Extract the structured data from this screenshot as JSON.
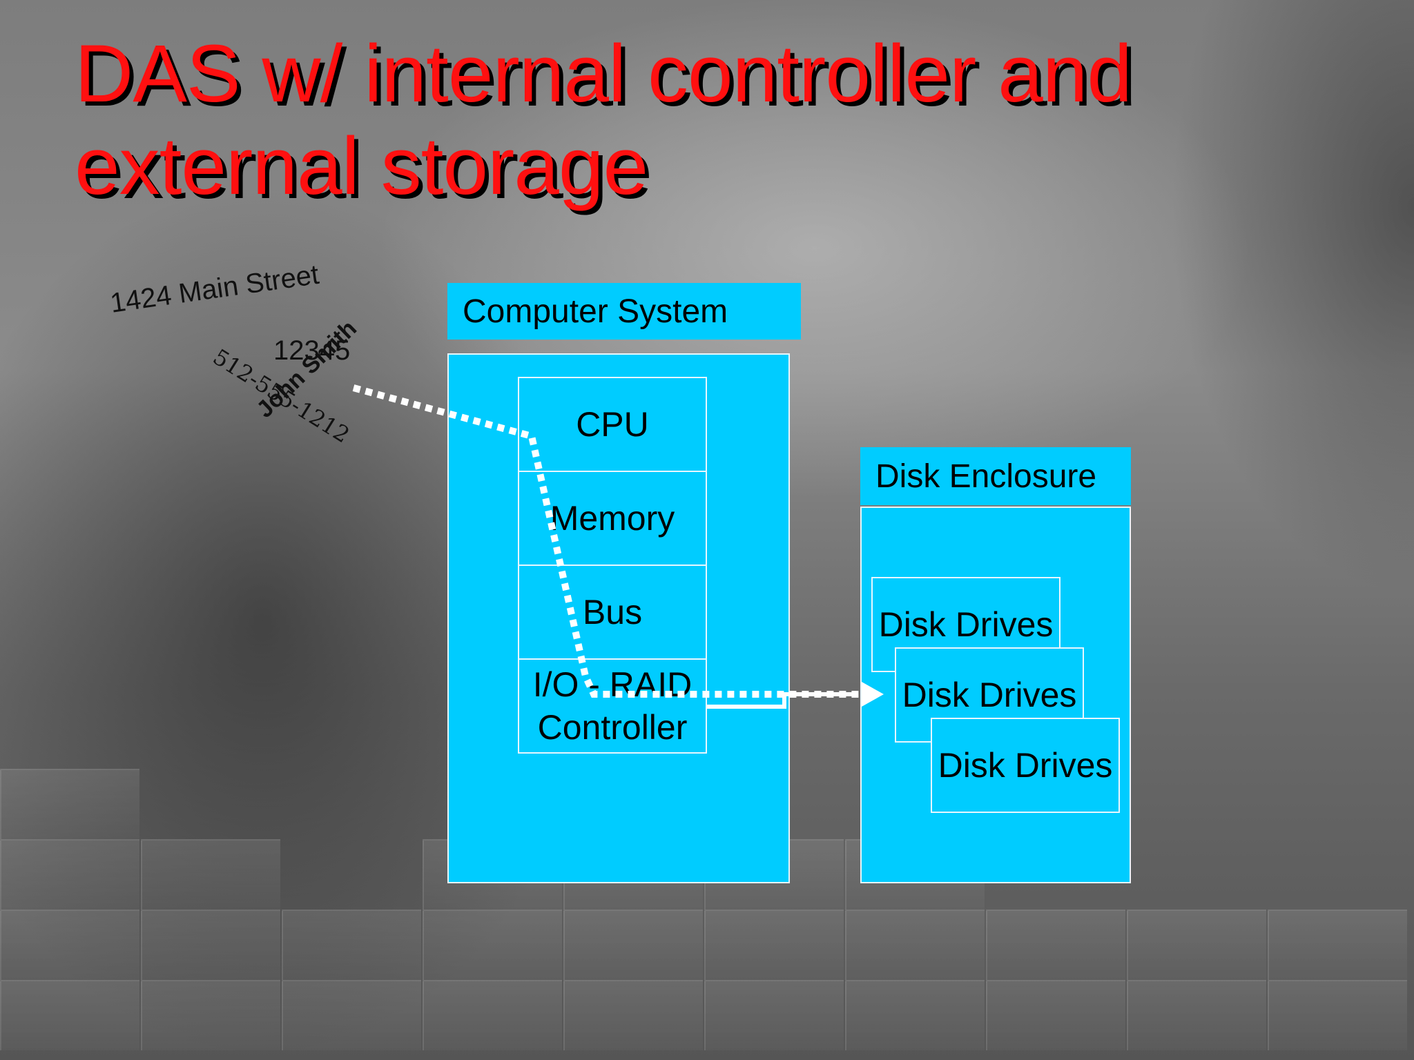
{
  "slide": {
    "title": "DAS w/ internal controller and external storage"
  },
  "computer_system": {
    "label": "Computer System",
    "components": [
      "CPU",
      "Memory",
      "Bus",
      "I/O - RAID Controller"
    ]
  },
  "disk_enclosure": {
    "label": "Disk Enclosure",
    "drives": [
      "Disk Drives",
      "Disk Drives",
      "Disk Drives"
    ]
  },
  "data_record": {
    "street": "1424 Main Street",
    "phone": "512-555-1212",
    "zip": "12345",
    "name": "John Smith"
  },
  "colors": {
    "title": "#ff1010",
    "box_fill": "#00ccff",
    "box_border": "#e8f6ff",
    "data_path": "#ffffff"
  }
}
